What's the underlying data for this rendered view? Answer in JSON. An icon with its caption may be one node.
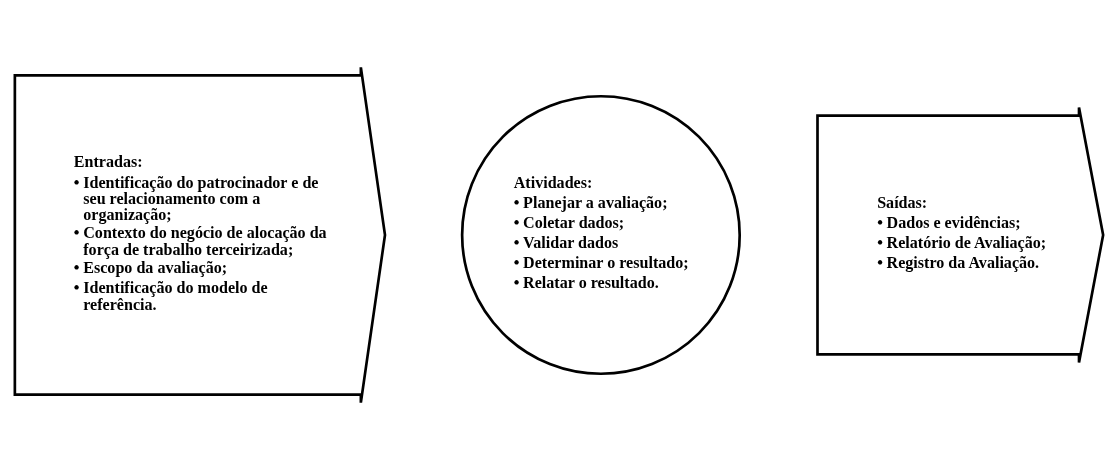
{
  "diagram": {
    "nodes": [
      {
        "text": [
          "Entradas:",
          "• Identificação do patrocinador e de seu relacionamento com a organização;",
          "• Contexto do negócio de alocação da força de trabalho terceirizada;",
          "• Escopo da avaliação;",
          "• Identificação do modelo de referência."
        ]
      },
      {
        "text": [
          "Atividades:",
          "• Planejar a avaliação;",
          "• Coletar dados;",
          "• Validar dados",
          "• Determinar o resultado;",
          "• Relatar o resultado."
        ]
      },
      {
        "text": [
          "Saídas:",
          "• Dados e evidências;",
          "• Relatório de Avaliação;",
          "• Registro da Avaliação."
        ]
      }
    ]
  }
}
